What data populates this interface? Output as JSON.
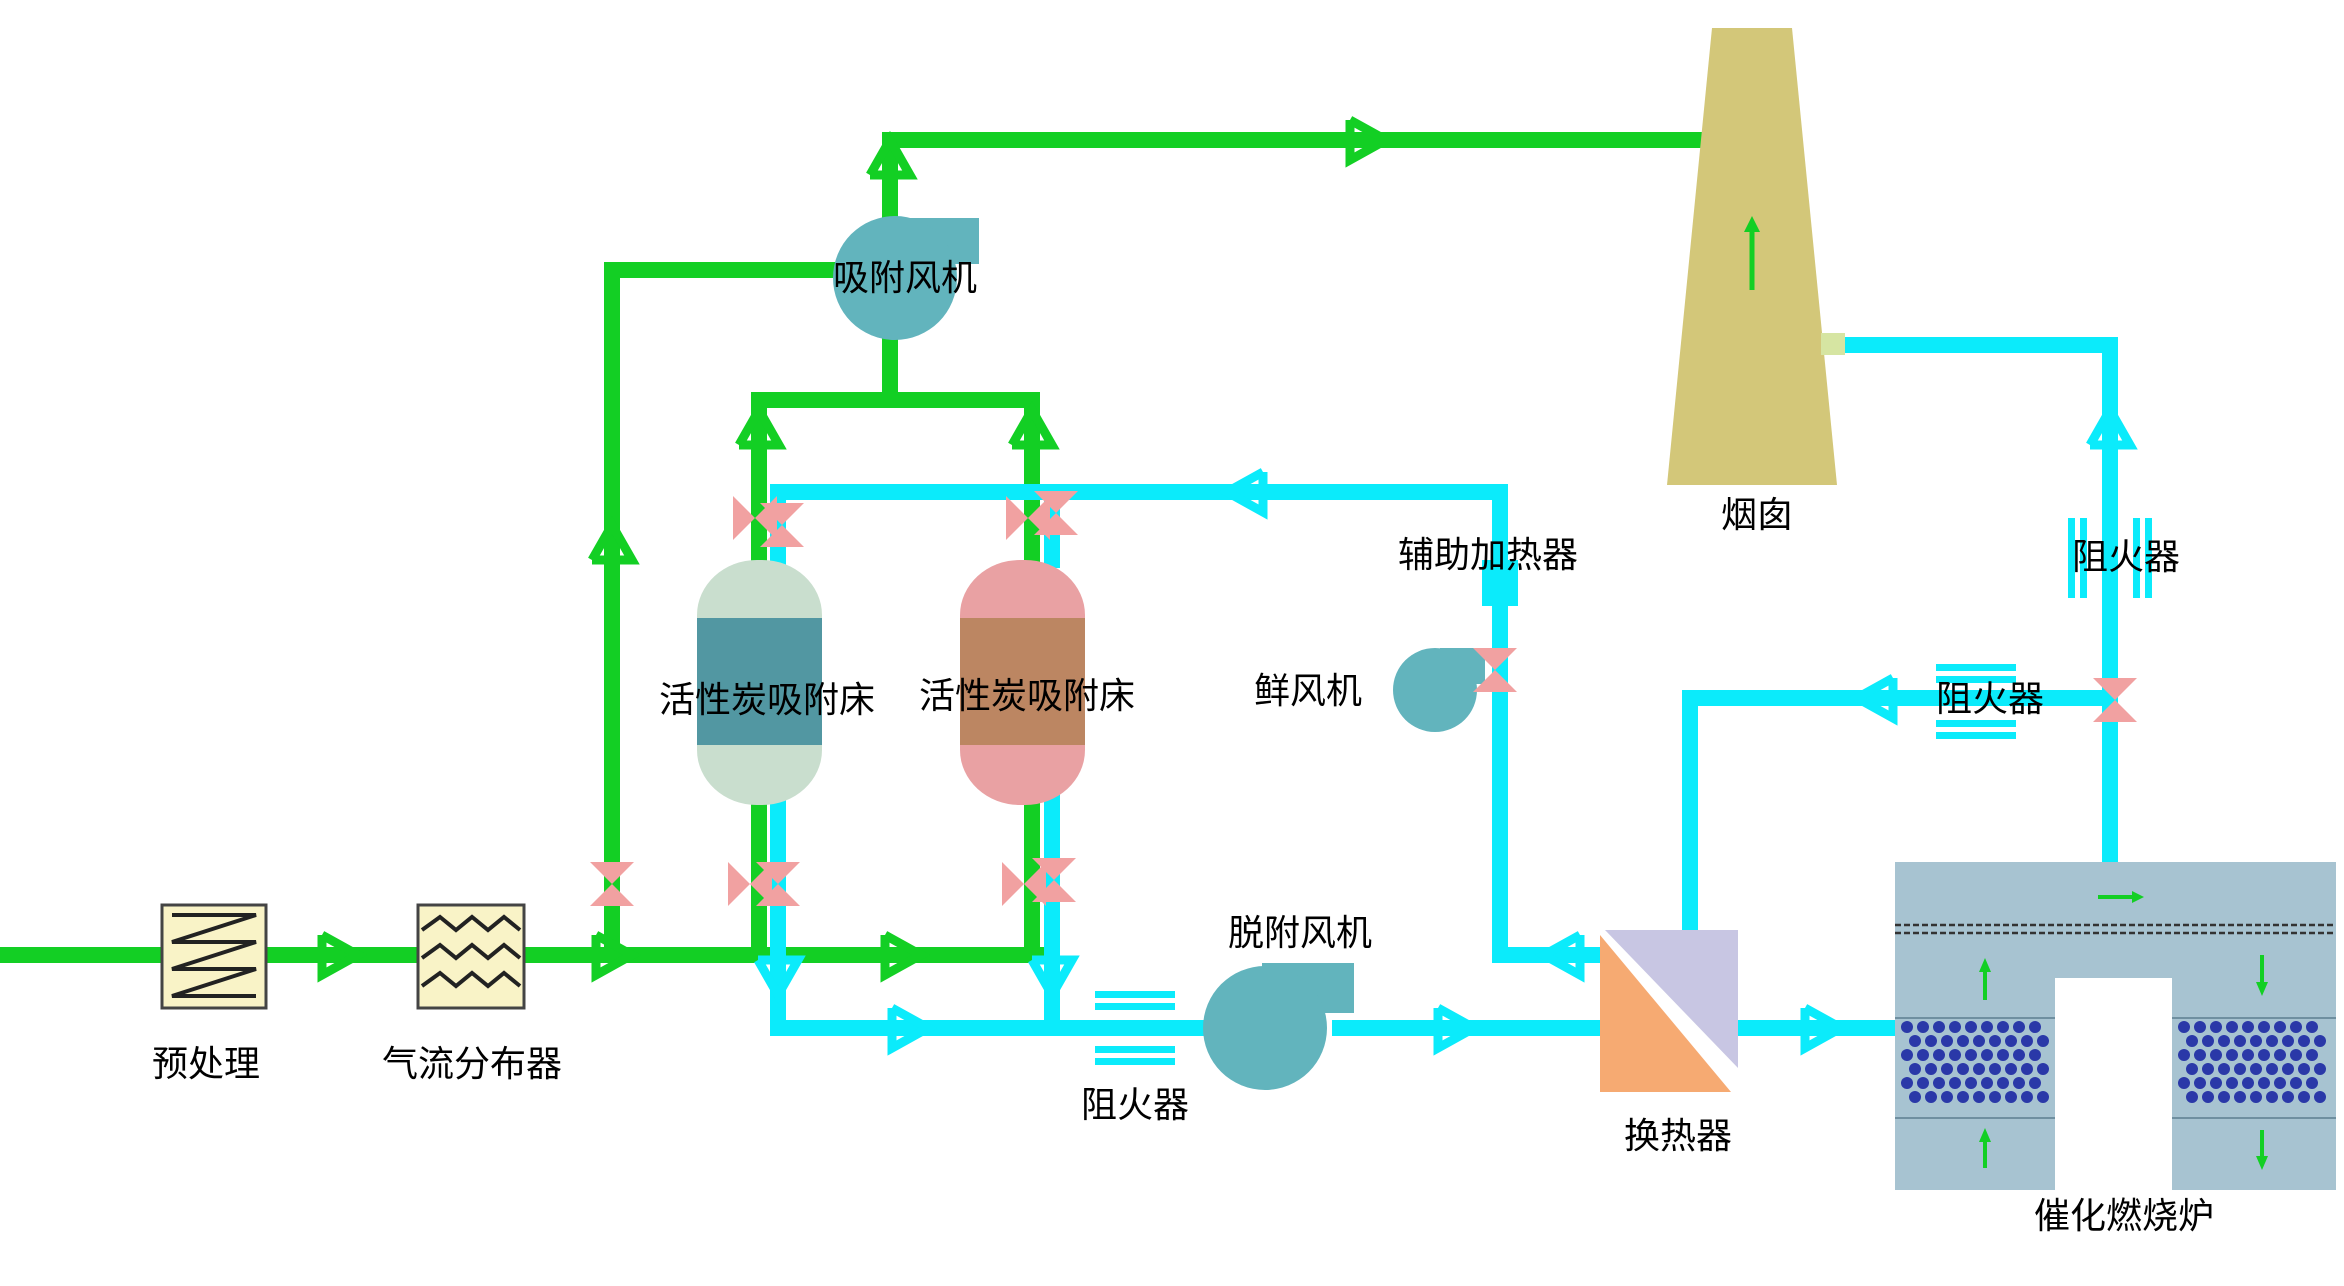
{
  "colors": {
    "exhaust_line": "#13CF24",
    "desorb_line": "#0BEBFB",
    "valve": "#F1A1A1",
    "bed1_top": "#C9DECE",
    "bed1_core": "#5297A2",
    "bed2_top": "#E9A1A3",
    "bed2_core": "#BC8662",
    "fan": "#62B4BD",
    "chimney": "#D3C779",
    "furnace": "#A7C3D1",
    "catalyst_dot": "#2A38A8",
    "hx_purple": "#C8C6E3",
    "hx_orange": "#F6AA72",
    "filter_bg": "#F9F3C7"
  },
  "labels": {
    "pretreatment": "预处理",
    "airflow_distributor": "气流分布器",
    "adsorption_fan": "吸附风机",
    "carbon_bed_1": "活性炭吸附床",
    "carbon_bed_2": "活性炭吸附床",
    "chimney": "烟囱",
    "aux_heater": "辅助加热器",
    "fresh_air_fan": "鲜风机",
    "desorption_fan": "脱附风机",
    "flame_arrester_1": "阻火器",
    "flame_arrester_2": "阻火器",
    "flame_arrester_3": "阻火器",
    "heat_exchanger": "换热器",
    "catalytic_furnace": "催化燃烧炉"
  }
}
